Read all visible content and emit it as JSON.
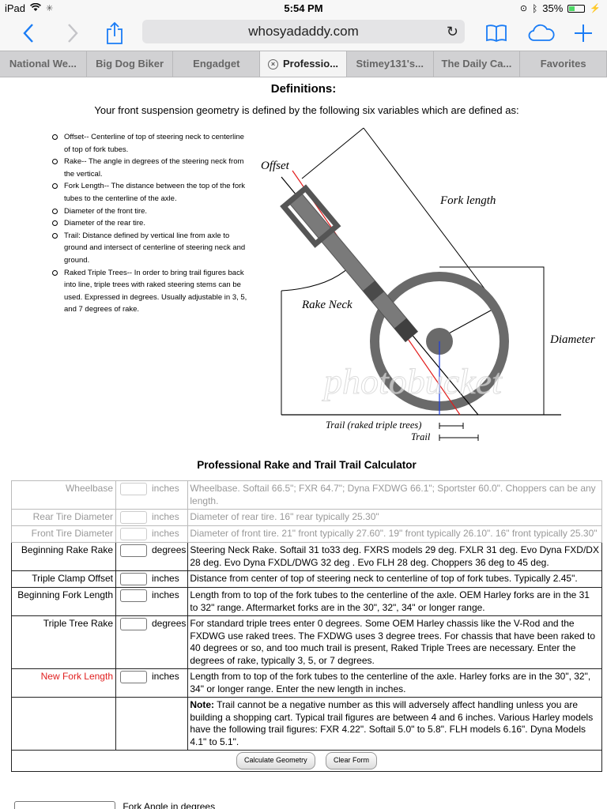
{
  "status_bar": {
    "device": "iPad",
    "time": "5:54 PM",
    "battery": "35%",
    "battery_level": 0.35
  },
  "toolbar": {
    "url": "whosyadaddy.com"
  },
  "tabs": [
    {
      "label": "National We..."
    },
    {
      "label": "Big Dog Biker"
    },
    {
      "label": "Engadget"
    },
    {
      "label": "Professio...",
      "active": true
    },
    {
      "label": "Stimey131's..."
    },
    {
      "label": "The Daily Ca..."
    },
    {
      "label": "Favorites"
    }
  ],
  "definitions": {
    "title": "Definitions:",
    "intro": "Your front suspension geometry is defined by the following six variables which are defined as:",
    "items": [
      "Offset-- Centerline of top of steering neck to centerline of top of fork tubes.",
      "Rake-- The angle in degrees of the steering neck from the vertical.",
      "Fork Length-- The distance between the top of the fork tubes to the centerline of the axle.",
      "Diameter of the front tire.",
      "Diameter of the rear tire.",
      "Trail: Distance defined by vertical line from axle to ground and intersect of centerline of steering neck and ground.",
      "Raked Triple Trees-- In order to bring trail figures back into line, triple trees with raked steering stems can be used. Expressed in degrees. Usually adjustable in 3, 5, and 7 degrees of rake."
    ]
  },
  "diagram": {
    "offset": "Offset",
    "fork_length": "Fork length",
    "rake_neck": "Rake Neck",
    "diameter": "Diameter",
    "trail_raked": "Trail (raked triple trees)",
    "trail": "Trail",
    "watermark": "photobucket"
  },
  "calculator": {
    "title": "Professional Rake and Trail Trail Calculator",
    "rows": [
      {
        "label": "Wheelbase",
        "unit": "inches",
        "desc": "Wheelbase. Softail 66.5\"; FXR 64.7\"; Dyna FXDWG 66.1\"; Sportster 60.0\". Choppers can be any length."
      },
      {
        "label": "Rear Tire Diameter",
        "unit": "inches",
        "desc": "Diameter of rear tire. 16\" rear typically 25.30\""
      },
      {
        "label": "Front Tire Diameter",
        "unit": "inches",
        "desc": "Diameter of front tire. 21\" front typically 27.60\". 19\" front typically 26.10\". 16\" front typically 25.30\""
      },
      {
        "label": "Beginning Rake Rake",
        "unit": "degrees",
        "desc": "Steering Neck Rake. Softail 31 to33 deg. FXRS models 29 deg. FXLR 31 deg. Evo Dyna FXD/DX 28 deg. Evo Dyna FXDL/DWG 32 deg . Evo FLH 28 deg. Choppers 36 deg to 45 deg."
      },
      {
        "label": "Triple Clamp Offset",
        "unit": "inches",
        "desc": "Distance from center of top of steering neck to centerline of top of fork tubes. Typically 2.45\"."
      },
      {
        "label": "Beginning Fork Length",
        "unit": "inches",
        "desc": "Length from to top of the fork tubes to the centerline of the axle. OEM Harley forks are in the 31 to 32\" range. Aftermarket forks are in the 30\", 32\", 34\" or longer range."
      },
      {
        "label": "Triple Tree Rake",
        "unit": "degrees",
        "desc": "For standard triple trees enter 0 degrees. Some OEM Harley chassis like the V-Rod and the FXDWG use raked trees. The FXDWG uses 3 degree trees. For chassis that have been raked to 40 degrees or so, and too much trail is present, Raked Triple Trees are necessary. Enter the degrees of rake, typically 3, 5, or 7 degrees."
      },
      {
        "label": "New Fork Length",
        "unit": "inches",
        "desc": "Length from to top of the fork tubes to the centerline of the axle. Harley forks are in the 30\", 32\", 34\" or longer range. Enter the new length in inches."
      }
    ],
    "note_label": "Note:",
    "note_text": " Trail cannot be a negative number as this will adversely affect handling unless you are building a shopping cart. Typical trail figures are between 4 and 6 inches. Various Harley models have the following trail figures: FXR 4.22\". Softail 5.0\" to 5.8\". FLH models 6.16\". Dyna Models 4.1\" to 5.1\".",
    "calc_button": "Calculate Geometry",
    "clear_button": "Clear Form",
    "fork_angle_label": "Fork Angle in degrees"
  }
}
